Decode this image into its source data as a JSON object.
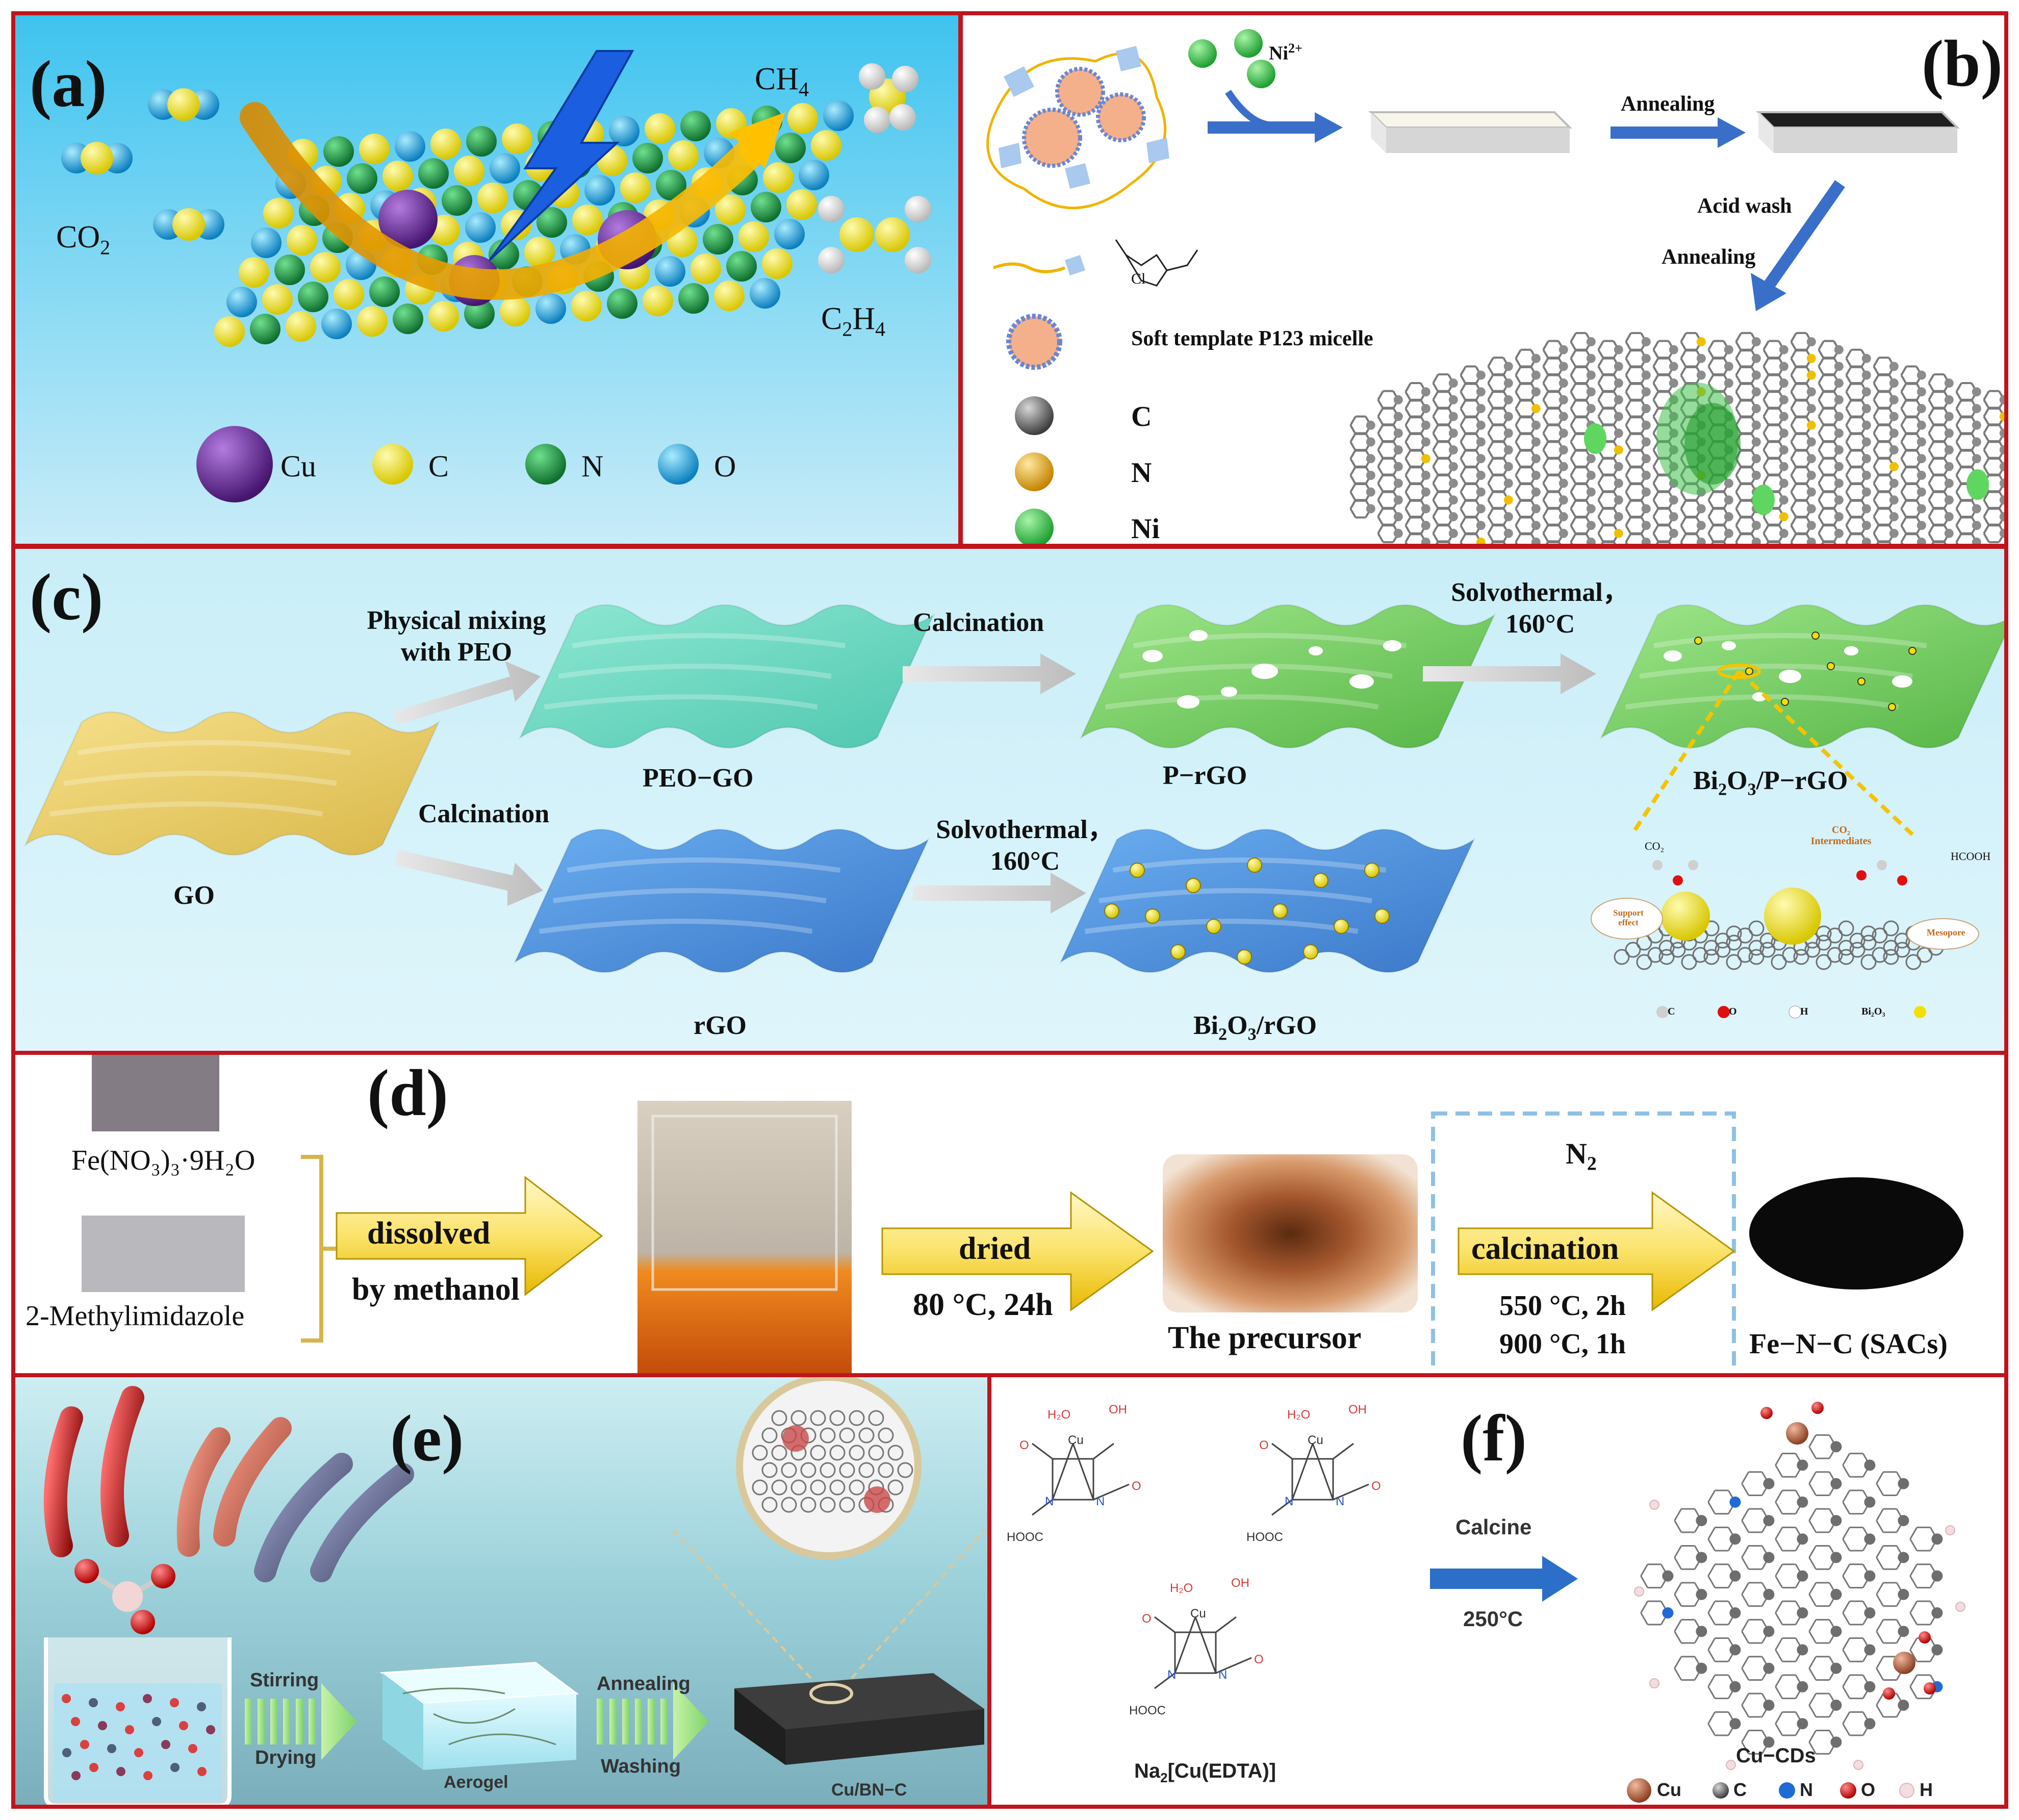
{
  "panel_a": {
    "label": "(a)",
    "co2": "CO",
    "co2_sub": "2",
    "ch4": "CH",
    "ch4_sub": "4",
    "c2h4_a": "C",
    "c2h4_sub1": "2",
    "c2h4_b": "H",
    "c2h4_sub2": "4",
    "legend": [
      "Cu",
      "C",
      "N",
      "O"
    ],
    "colors": {
      "cu": "#6a2a9c",
      "c": "#f3ea1f",
      "n": "#1e9e4a",
      "o": "#2aa8e0"
    }
  },
  "panel_b": {
    "label": "(b)",
    "ni_ion": "Ni",
    "ni_sup": "2+",
    "annealing1": "Annealing",
    "acid_wash": "Acid wash",
    "annealing2": "Annealing",
    "cl": "Cl",
    "micelle": "Soft template P123 micelle",
    "legend": [
      "C",
      "N",
      "Ni"
    ]
  },
  "panel_c": {
    "label": "(c)",
    "step1": [
      "Physical mixing",
      "with PEO"
    ],
    "calc1": "Calcination",
    "solvo1": [
      "Solvothermal，",
      "160°C"
    ],
    "calc2": "Calcination",
    "solvo2": [
      "Solvothermal，",
      "160°C"
    ],
    "go": "GO",
    "peo_go": "PEO−GO",
    "p_rgo": "P−rGO",
    "bi_p_rgo_a": "Bi",
    "bi_p_rgo_s1": "2",
    "bi_p_rgo_b": "O",
    "bi_p_rgo_s2": "3",
    "bi_p_rgo_c": "/P−rGO",
    "rgo": "rGO",
    "bi_rgo_a": "Bi",
    "bi_rgo_s1": "2",
    "bi_rgo_b": "O",
    "bi_rgo_s2": "3",
    "bi_rgo_c": "/rGO",
    "inset_co2": "CO₂",
    "inset_intermediates": [
      "CO₂",
      "Intermediates"
    ],
    "inset_hcooh": "HCOOH",
    "inset_support": [
      "Support",
      "effect"
    ],
    "inset_mesopore": "Mesopore",
    "inset_legend": [
      "C",
      "O",
      "H",
      "Bi₂O₃"
    ]
  },
  "panel_d": {
    "label": "(d)",
    "reagent1": "Fe(NO₃)₃·9H₂O",
    "reagent2": "2-Methylimidazole",
    "arrow1": "dissolved",
    "arrow1_sub": "by methanol",
    "arrow2": "dried",
    "arrow2_sub": "80 °C, 24h",
    "precursor": "The precursor",
    "n2": "N",
    "n2_sub": "2",
    "arrow3": "calcination",
    "cond1": "550 °C, 2h",
    "cond2": "900 °C, 1h",
    "product": "Fe−N−C (SACs)"
  },
  "panel_e": {
    "label": "(e)",
    "stirring": "Stirring",
    "drying": "Drying",
    "annealing": "Annealing",
    "washing": "Washing",
    "aerogel": "Aerogel",
    "product": "Cu/BN−C"
  },
  "panel_f": {
    "label": "(f)",
    "h2o": "H₂O",
    "oh": "OH",
    "cu": "Cu",
    "n": "N",
    "o": "O",
    "hooc": "HOOC",
    "calcine": "Calcine",
    "temp": "250°C",
    "salt_a": "Na",
    "salt_s": "2",
    "salt_b": "[Cu(EDTA)]",
    "product": "Cu−CDs",
    "legend": [
      "Cu",
      "C",
      "N",
      "O",
      "H"
    ]
  }
}
